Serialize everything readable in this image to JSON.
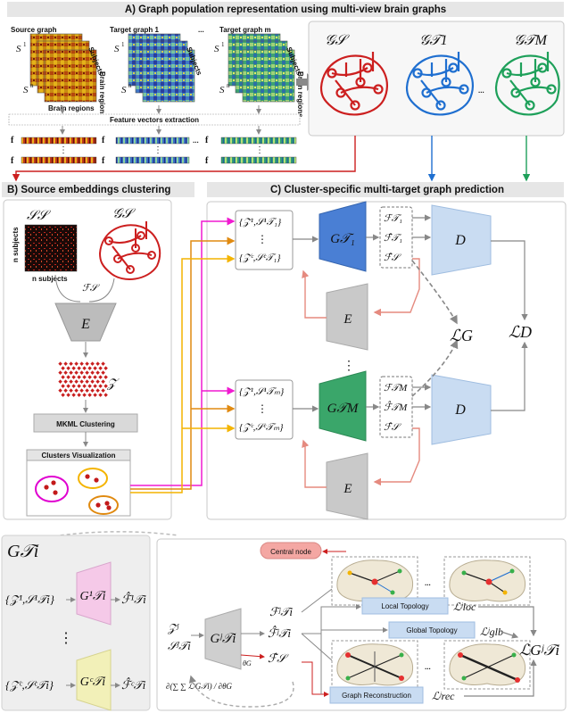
{
  "panels": {
    "a_title": "A) Graph population representation using multi-view brain graphs",
    "b_title": "B) Source embeddings clustering",
    "c_title": "C) Cluster-specific multi-target graph prediction"
  },
  "panel_a": {
    "source_graph": "Source graph",
    "target_graph_1": "Target graph 1",
    "dots": "...",
    "target_graph_m": "Target graph m",
    "subjects": "Subjects",
    "brain_regions": "Brain regions",
    "feature_extraction": "Feature vectors extraction",
    "graph_s": "𝒢𝒮",
    "graph_t1": "𝒢𝒯1",
    "graph_tm": "𝒢𝒯M"
  },
  "panel_b": {
    "s_s": "𝒮𝒮",
    "g_s": "𝒢𝒮",
    "n_subjects": "n subjects",
    "f_s": "ℱ𝒮",
    "encoder": "E",
    "z": "𝒵",
    "mkml": "MKML Clustering",
    "clusters_vis": "Clusters Visualization"
  },
  "panel_c": {
    "set_t1_top": "{𝒵¹,𝒮¹𝒯₁}",
    "set_t1_bot": "{𝒵ᶜ,𝒮ᶜ𝒯₁}",
    "set_tm_top": "{𝒵¹,𝒮¹𝒯ₘ}",
    "set_tm_bot": "{𝒵ᶜ,𝒮ᶜ𝒯ₘ}",
    "vdots": "⋮",
    "gen_t1": "G𝒯₁",
    "gen_tm": "G𝒯M",
    "f_t1": "ℱ𝒯₁",
    "fhat_t1": "ℱ̂𝒯₁",
    "fhat_s": "ℱ̂𝒮",
    "f_tm": "ℱ𝒯M",
    "fhat_tm": "ℱ̂𝒯M",
    "disc": "D",
    "enc": "E",
    "loss_g": "ℒG",
    "loss_d": "ℒD"
  },
  "panel_d": {
    "g_ti": "G𝒯i",
    "in_top": "{𝒵¹,𝒮¹𝒯i}",
    "gen_top": "G¹𝒯i",
    "out_top": "ℱ̂¹𝒯i",
    "in_bot": "{𝒵ᶜ,𝒮ᶜ𝒯i}",
    "gen_bot": "Gᶜ𝒯i",
    "out_bot": "ℱ̂ᶜ𝒯i"
  },
  "panel_e": {
    "central_node": "Central node",
    "z_j": "𝒵ʲ",
    "s_j": "𝒮ʲ𝒯i",
    "gen": "Gʲ𝒯i",
    "theta": "θG",
    "f_j": "ℱʲ𝒯i",
    "fhat_j": "ℱ̂ʲ𝒯i",
    "fhat_s": "ℱ̂𝒮",
    "local_topology": "Local Topology",
    "global_topology": "Global Topology",
    "graph_reconstruction": "Graph Reconstruction",
    "l_loc": "ℒʲloc",
    "l_glb": "ℒʲglb",
    "l_rec": "ℒʲrec",
    "l_total": "ℒGʲ𝒯i",
    "gradient": "∂(∑ ∑ ℒʲG𝒯i) / ∂θG"
  },
  "colors": {
    "red": "#cc1f1f",
    "blue": "#1f6fd0",
    "green": "#1ea05a",
    "magenta": "#f01ad0",
    "orange": "#e08a10",
    "yellow": "#f4b400",
    "salmon": "#e58a7f",
    "gen_blue": "#4a7fd4",
    "gen_green": "#3aa66a",
    "disc_blue": "#c9dcf2",
    "pink_box": "#f5c9e8",
    "yellow_box": "#f2f0b8",
    "central_node": "#f4a7a3"
  }
}
